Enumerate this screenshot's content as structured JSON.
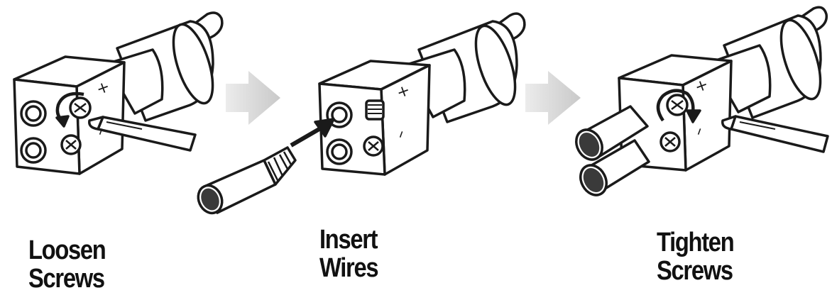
{
  "steps": [
    {
      "line1": "Loosen",
      "line2": "Screws"
    },
    {
      "line1": "Insert",
      "line2": "Wires"
    },
    {
      "line1": "Tighten",
      "line2": "Screws"
    }
  ],
  "polarity": {
    "plus": "+",
    "minus": "–"
  },
  "colors": {
    "ink": "#1a1a1a",
    "arrow": "#d4d4d4",
    "wire_tip": "#3a3a3a"
  }
}
